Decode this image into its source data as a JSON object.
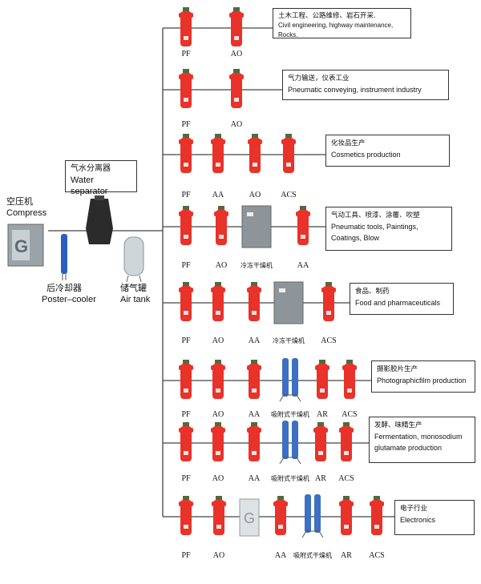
{
  "colors": {
    "filter_red": "#e8322a",
    "filter_cap": "#4f6b3e",
    "line": "#444444",
    "dryer_gray": "#8e959a",
    "adsorption_blue": "#3d6fc4",
    "cooler_blue": "#2a5fc0",
    "separator_black": "#2b2b2b"
  },
  "source": {
    "compressor": {
      "cn": "空压机",
      "en": "Compress"
    },
    "water_separator": {
      "cn": "气水分离器",
      "en": "Water separator"
    },
    "post_cooler": {
      "cn": "后冷却器",
      "en": "Poster–cooler"
    },
    "air_tank": {
      "cn": "储气罐",
      "en": "Air tank"
    }
  },
  "rows": [
    {
      "cn": "土木工程、公路维修、岩石开采.",
      "en": "Civil engineering, highway maintenance, Rocks.",
      "items": [
        {
          "type": "filter",
          "label": "PF"
        },
        {
          "type": "filter",
          "label": "AO"
        }
      ]
    },
    {
      "cn": "气力输送，仪表工业",
      "en": "Pneumatic conveying, instrument industry",
      "items": [
        {
          "type": "filter",
          "label": "PF"
        },
        {
          "type": "filter",
          "label": "AO"
        }
      ]
    },
    {
      "cn": "化妆品生产",
      "en": "Cosmetics production",
      "items": [
        {
          "type": "filter",
          "label": "PF"
        },
        {
          "type": "filter",
          "label": "AA"
        },
        {
          "type": "filter",
          "label": "AO"
        },
        {
          "type": "filter",
          "label": "ACS"
        }
      ]
    },
    {
      "cn": "气动工具、喷漆、涂覆、吹塑",
      "en": "Pneumatic tools, Paintings, Coatings, Blow",
      "items": [
        {
          "type": "filter",
          "label": "PF"
        },
        {
          "type": "filter",
          "label": "AO"
        },
        {
          "type": "refrigerated-dryer",
          "label": "冷冻干燥机"
        },
        {
          "type": "filter",
          "label": "AA"
        }
      ]
    },
    {
      "cn": "食品、制药",
      "en": "Food and pharmaceuticals",
      "items": [
        {
          "type": "filter",
          "label": "PF"
        },
        {
          "type": "filter",
          "label": "AO"
        },
        {
          "type": "filter",
          "label": "AA"
        },
        {
          "type": "refrigerated-dryer",
          "label": "冷冻干燥机"
        },
        {
          "type": "filter",
          "label": "ACS"
        }
      ]
    },
    {
      "cn": "摄影胶片生产",
      "en": "Photographicfilm production",
      "items": [
        {
          "type": "filter",
          "label": "PF"
        },
        {
          "type": "filter",
          "label": "AO"
        },
        {
          "type": "filter",
          "label": "AA"
        },
        {
          "type": "adsorption-dryer",
          "label": "吸附式干燥机"
        },
        {
          "type": "filter",
          "label": "AR"
        },
        {
          "type": "filter",
          "label": "ACS"
        }
      ]
    },
    {
      "cn": "发酵、味精生产",
      "en": "Fermentation, monosodium glutamate production",
      "items": [
        {
          "type": "filter",
          "label": "PF"
        },
        {
          "type": "filter",
          "label": "AO"
        },
        {
          "type": "filter",
          "label": "AA"
        },
        {
          "type": "adsorption-dryer",
          "label": "吸附式干燥机"
        },
        {
          "type": "filter",
          "label": "AR"
        },
        {
          "type": "filter",
          "label": "ACS"
        }
      ]
    },
    {
      "cn": "电子行业",
      "en": "Electronics",
      "items": [
        {
          "type": "filter",
          "label": "PF"
        },
        {
          "type": "filter",
          "label": "AO"
        },
        {
          "type": "panel",
          "label": ""
        },
        {
          "type": "filter",
          "label": "AA"
        },
        {
          "type": "adsorption-dryer",
          "label": "吸附式干燥机"
        },
        {
          "type": "filter",
          "label": "AR"
        },
        {
          "type": "filter",
          "label": "ACS"
        }
      ]
    }
  ]
}
